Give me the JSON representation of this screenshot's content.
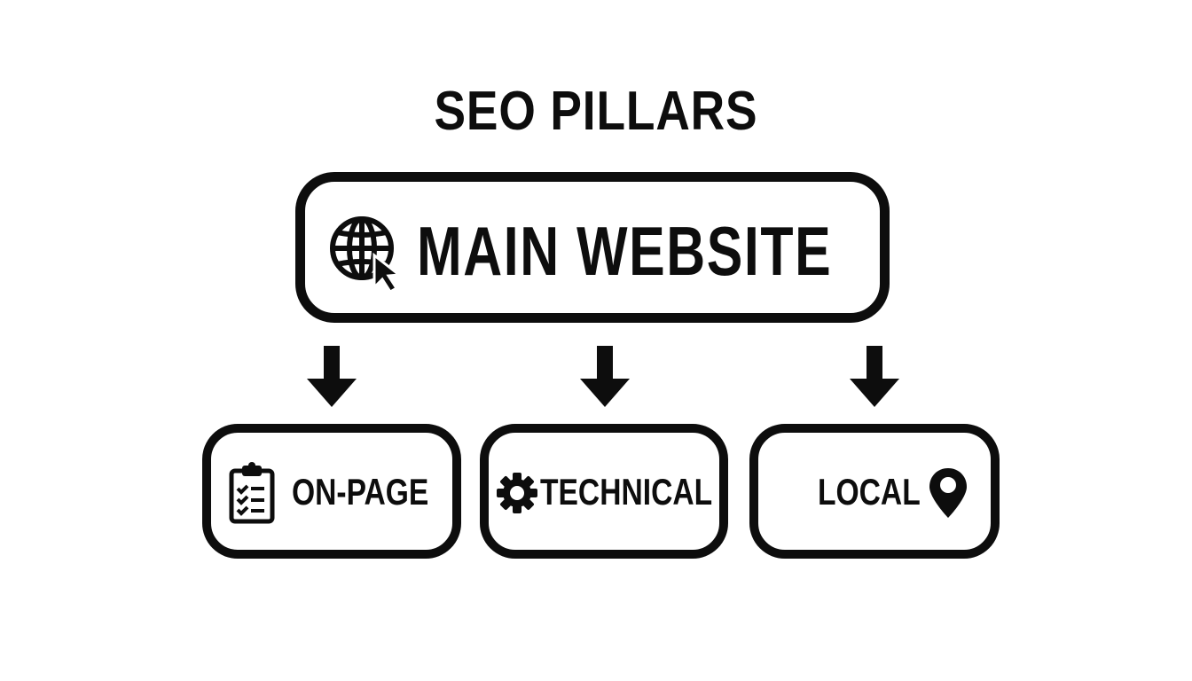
{
  "title": "SEO PILLARS",
  "main_node": {
    "label": "MAIN WEBSITE",
    "icon": "globe-cursor-icon"
  },
  "pillars": [
    {
      "label": "ON-PAGE",
      "icon": "clipboard-checklist-icon"
    },
    {
      "label": "TECHNICAL",
      "icon": "gear-icon"
    },
    {
      "label": "LOCAL",
      "icon": "map-pin-icon"
    }
  ],
  "connectors": [
    "arrow-down",
    "arrow-down",
    "arrow-down"
  ],
  "colors": {
    "stroke": "#0d0d0d",
    "background": "#ffffff"
  }
}
